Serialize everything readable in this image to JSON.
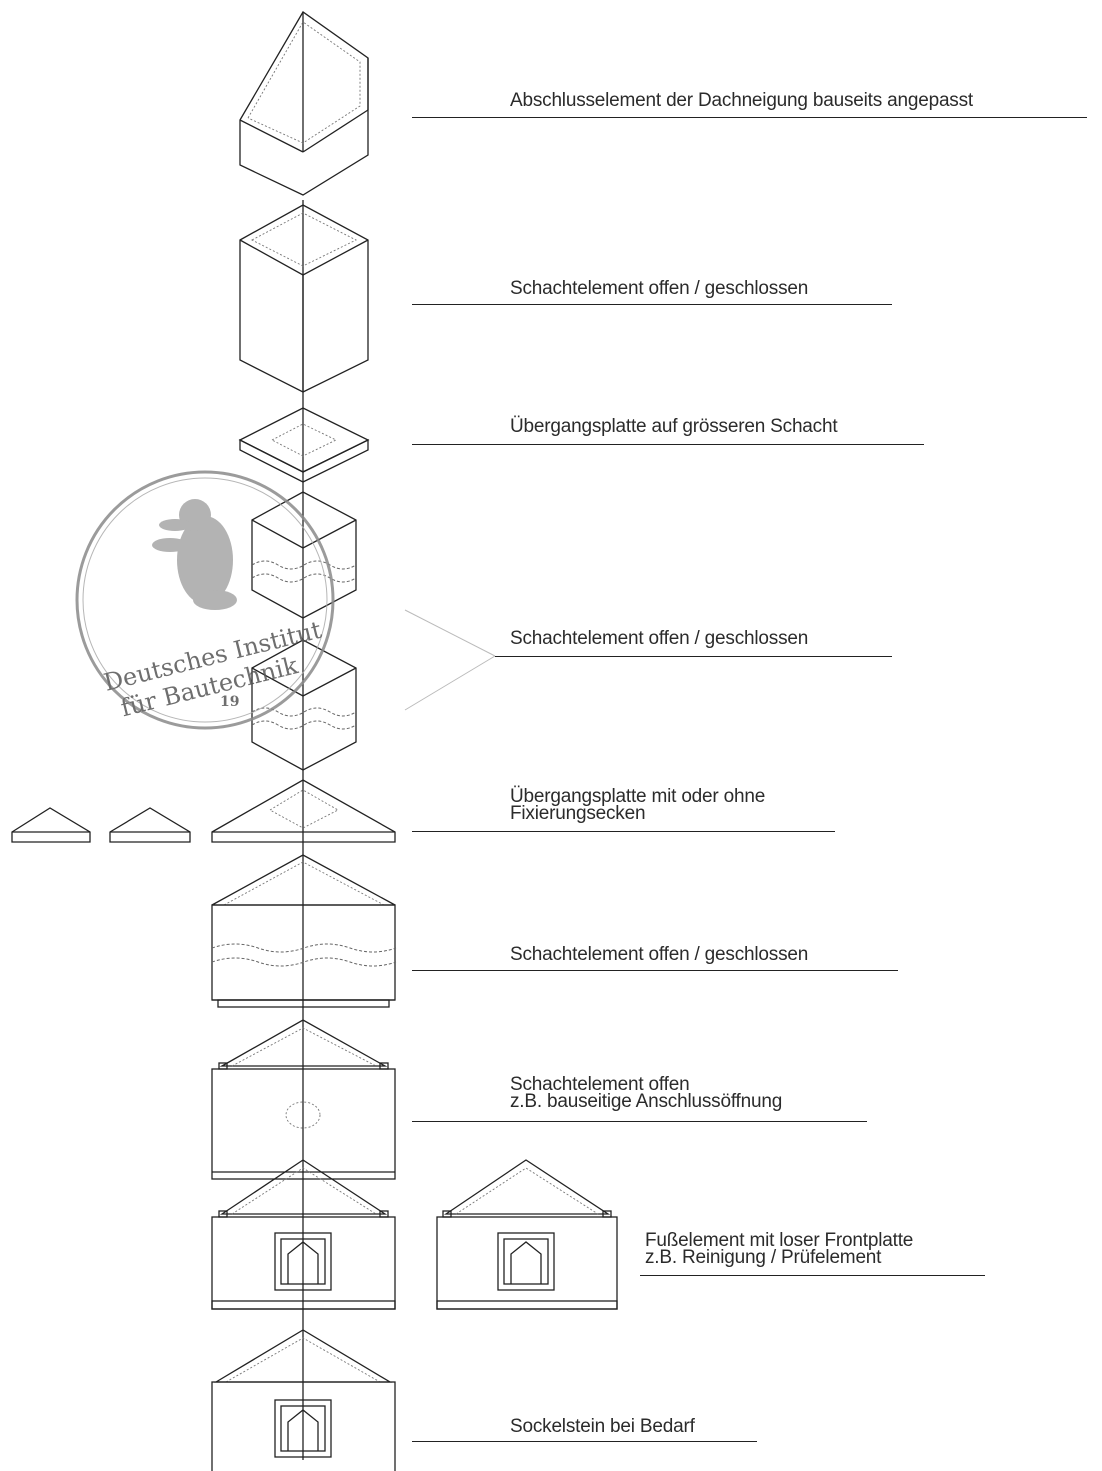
{
  "labels": [
    {
      "id": "abschluss",
      "lines": [
        "Abschlusselement der Dachneigung bauseits angepasst"
      ]
    },
    {
      "id": "schacht1",
      "lines": [
        "Schachtelement offen / geschlossen"
      ]
    },
    {
      "id": "uebergang1",
      "lines": [
        "Übergangsplatte auf grösseren Schacht"
      ]
    },
    {
      "id": "schacht2",
      "lines": [
        "Schachtelement offen / geschlossen"
      ]
    },
    {
      "id": "uebergang2",
      "lines": [
        "Übergangsplatte mit oder ohne",
        "Fixierungsecken"
      ]
    },
    {
      "id": "schacht3",
      "lines": [
        "Schachtelement offen / geschlossen"
      ]
    },
    {
      "id": "schacht4",
      "lines": [
        "Schachtelement offen",
        " z.B. bauseitige Anschlussöffnung"
      ]
    },
    {
      "id": "fuss",
      "lines": [
        "Fußelement mit loser Frontplatte",
        "z.B. Reinigung / Prüfelement"
      ]
    },
    {
      "id": "sockel",
      "lines": [
        "Sockelstein bei Bedarf"
      ]
    }
  ],
  "stamp": {
    "line1": "Deutsches Institut",
    "line2": "für Bautechnik",
    "number": "19",
    "emblem": "berlin-bear-icon"
  }
}
